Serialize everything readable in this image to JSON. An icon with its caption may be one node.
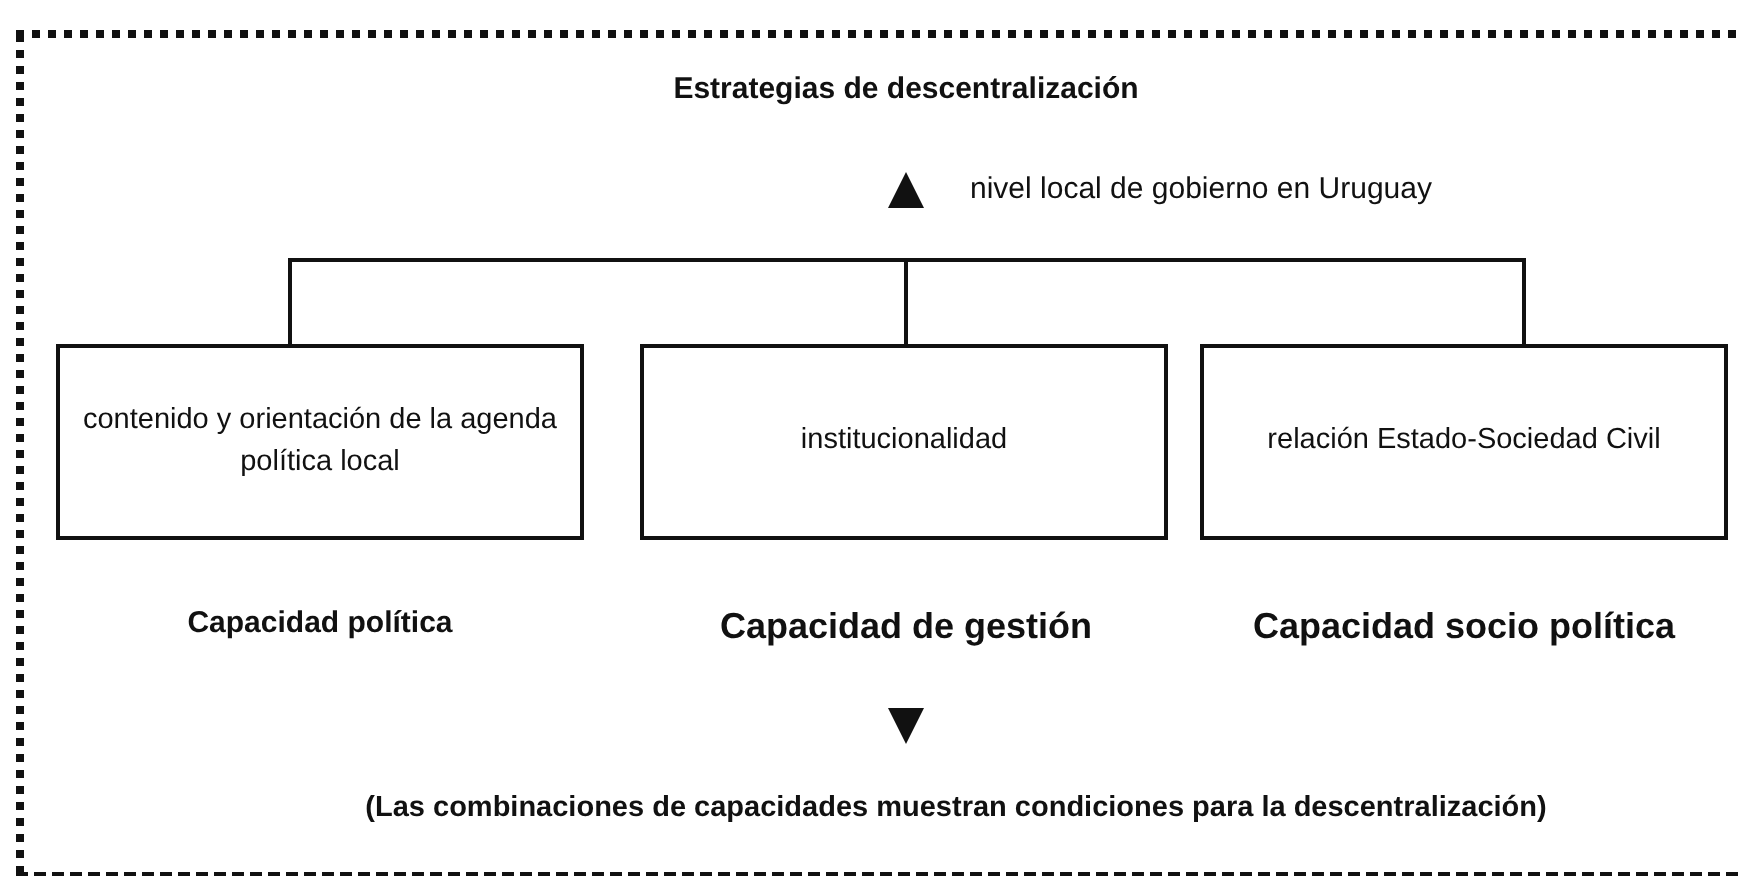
{
  "diagram": {
    "title": "Estrategias de descentralización",
    "nodes": [
      {
        "text": [
          "contenido y orientación de la agenda política local"
        ],
        "beside": [
          "Capacidad política"
        ]
      },
      {
        "text": [
          "institucionalidad"
        ],
        "beside": [
          "Capacidad de gestión"
        ]
      },
      {
        "text": [
          "relación Estado-Sociedad Civil"
        ],
        "beside": [
          "Capacidad socio política"
        ]
      }
    ],
    "edges": [],
    "labels": [
      "nivel local de gobierno en Uruguay",
      "(Las combinaciones de capacidades muestran condiciones para la descentralización)"
    ]
  }
}
